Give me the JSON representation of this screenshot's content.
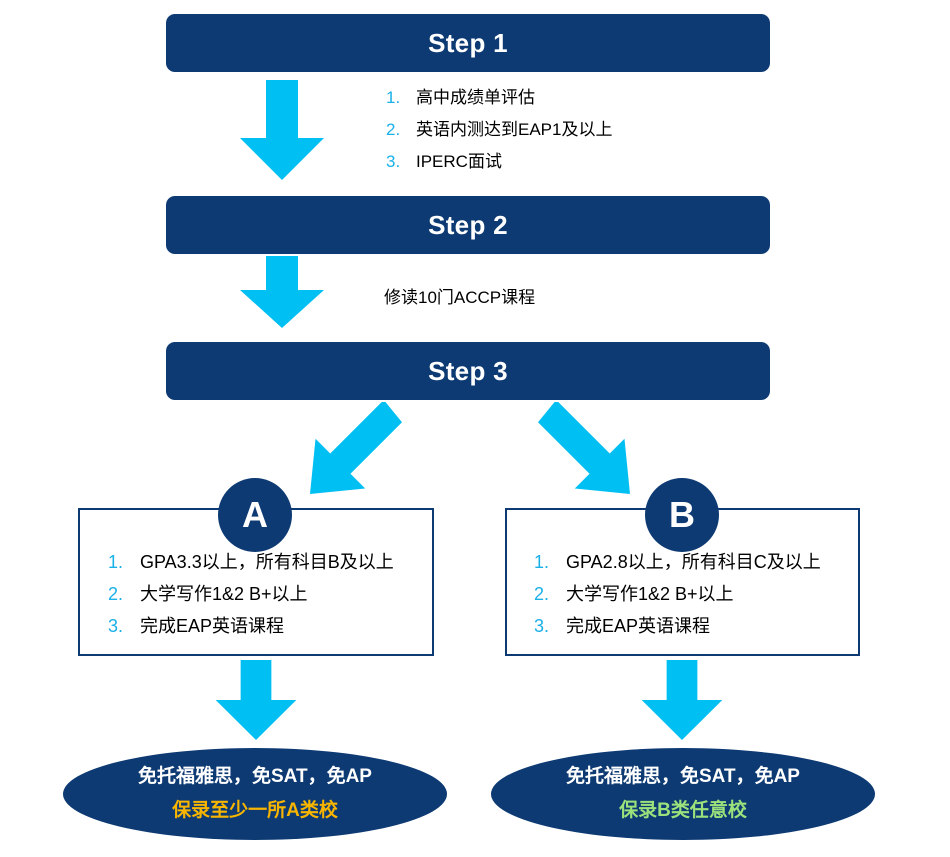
{
  "steps": [
    {
      "label": "Step 1"
    },
    {
      "label": "Step 2"
    },
    {
      "label": "Step 3"
    }
  ],
  "step1_items": [
    {
      "num": "1.",
      "text": "高中成绩单评估"
    },
    {
      "num": "2.",
      "text": "英语内测达到EAP1及以上"
    },
    {
      "num": "3.",
      "text": "IPERC面试"
    }
  ],
  "step2_text": "修读10门ACCP课程",
  "path_a": {
    "badge": "A",
    "items": [
      {
        "num": "1.",
        "text": "GPA3.3以上，所有科目B及以上"
      },
      {
        "num": "2.",
        "text": "大学写作1&2 B+以上"
      },
      {
        "num": "3.",
        "text": "完成EAP英语课程"
      }
    ],
    "outcome_line1": "免托福雅思，免SAT，免AP",
    "outcome_line2": "保录至少一所A类校"
  },
  "path_b": {
    "badge": "B",
    "items": [
      {
        "num": "1.",
        "text": "GPA2.8以上，所有科目C及以上"
      },
      {
        "num": "2.",
        "text": "大学写作1&2 B+以上"
      },
      {
        "num": "3.",
        "text": "完成EAP英语课程"
      }
    ],
    "outcome_line1": "免托福雅思，免SAT，免AP",
    "outcome_line2": "保录B类任意校"
  },
  "colors": {
    "navy": "#0d3a73",
    "arrow": "#00bff3",
    "number": "#1ab0e8",
    "highlight_a": "#f7b500",
    "highlight_b": "#9be27c"
  },
  "icons": {
    "down_arrow": "down-arrow-icon",
    "diagonal_left": "diagonal-down-left-arrow-icon",
    "diagonal_right": "diagonal-down-right-arrow-icon"
  }
}
